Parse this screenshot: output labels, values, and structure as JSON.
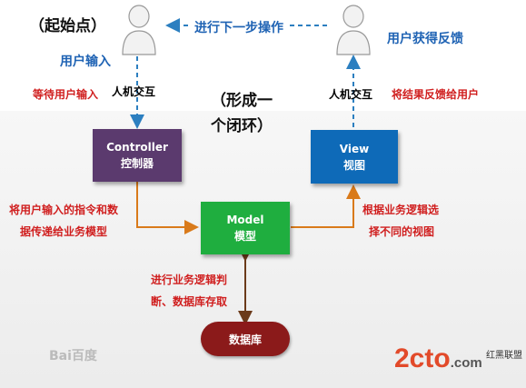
{
  "start_label": "（起始点）",
  "loop_label_line1": "（形成一",
  "loop_label_line2": "个闭环）",
  "next_step": "进行下一步操作",
  "user_input": "用户输入",
  "user_feedback": "用户获得反馈",
  "hci_left": "人机交互",
  "hci_right": "人机交互",
  "wait_input": "等待用户输入",
  "feedback_to_user": "将结果反馈给用户",
  "controller": {
    "title": "Controller",
    "subtitle": "控制器"
  },
  "view": {
    "title": "View",
    "subtitle": "视图"
  },
  "model": {
    "title": "Model",
    "subtitle": "模型"
  },
  "database": "数据库",
  "controller_to_model_line1": "将用户输入的指令和数",
  "controller_to_model_line2": "据传递给业务模型",
  "model_to_view_line1": "根据业务逻辑选",
  "model_to_view_line2": "择不同的视图",
  "model_db_line1": "进行业务逻辑判",
  "model_db_line2": "断、数据库存取",
  "watermark_left": "Bai百度",
  "watermark_right_main": "2cto",
  "watermark_right_dot": ".com",
  "watermark_right_small": "红黑联盟",
  "colors": {
    "controller": "#5b3a6e",
    "view": "#0e6ab8",
    "model": "#1fae3f",
    "database": "#8b1a1a",
    "arrow_orange": "#d97a1a",
    "arrow_blue": "#2c7fc0",
    "arrow_dark": "#6b3a1a",
    "label_red": "#d01f1f",
    "label_blue": "#1f63b4"
  }
}
